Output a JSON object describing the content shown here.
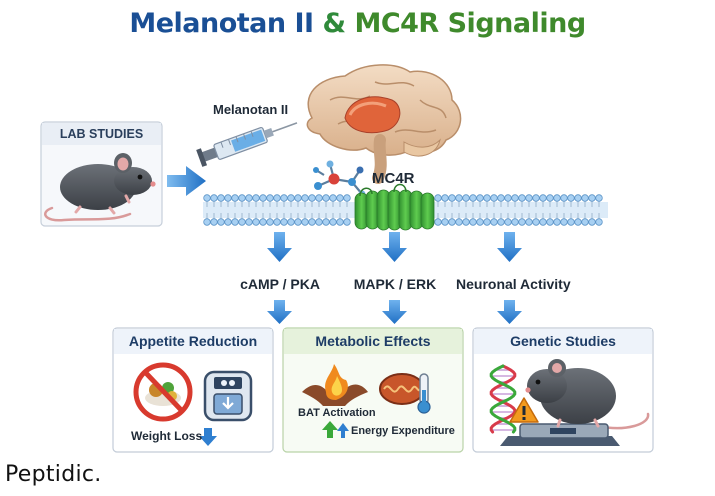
{
  "title": {
    "part1": "Melanotan II",
    "amp": " & ",
    "part2": "MC4R Signaling"
  },
  "lab_studies": "LAB STUDIES",
  "drug_label": "Melanotan II",
  "receptor_label": "MC4R",
  "pathways": [
    "cAMP / PKA",
    "MAPK / ERK",
    "Neuronal Activity"
  ],
  "panels": {
    "appetite": {
      "title": "Appetite Reduction",
      "caption": "Weight Loss"
    },
    "metabolic": {
      "title": "Metabolic Effects",
      "bat": "BAT Activation",
      "energy": "Energy Expenditure"
    },
    "genetic": {
      "title": "Genetic Studies"
    }
  },
  "brand": "Peptidic.",
  "icons": [
    "mouse-icon",
    "syringe-icon",
    "brain-icon",
    "molecule-icon",
    "receptor-icon",
    "no-food-icon",
    "scale-icon",
    "fire-icon",
    "mitochondria-icon",
    "thermometer-icon",
    "dna-icon",
    "warning-icon"
  ],
  "colors": {
    "title_blue": "#1a4f95",
    "title_green": "#3f8a2c",
    "arrow_blue": "#2f7fd0",
    "membrane_blue": "#9ec8ef",
    "receptor_green": "#3aa83a",
    "panel_green": "#eef6e8",
    "panel_blue": "#eef3fa"
  }
}
